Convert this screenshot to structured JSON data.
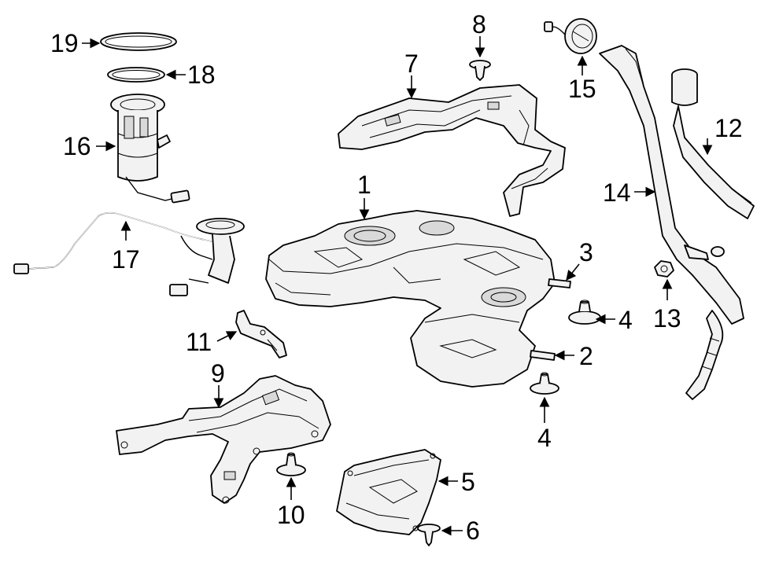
{
  "diagram": {
    "callouts": {
      "c1": "1",
      "c2": "2",
      "c3": "3",
      "c4a": "4",
      "c4b": "4",
      "c5": "5",
      "c6": "6",
      "c7": "7",
      "c8": "8",
      "c9": "9",
      "c10": "10",
      "c11": "11",
      "c12": "12",
      "c13": "13",
      "c14": "14",
      "c15": "15",
      "c16": "16",
      "c17": "17",
      "c18": "18",
      "c19": "19"
    }
  }
}
